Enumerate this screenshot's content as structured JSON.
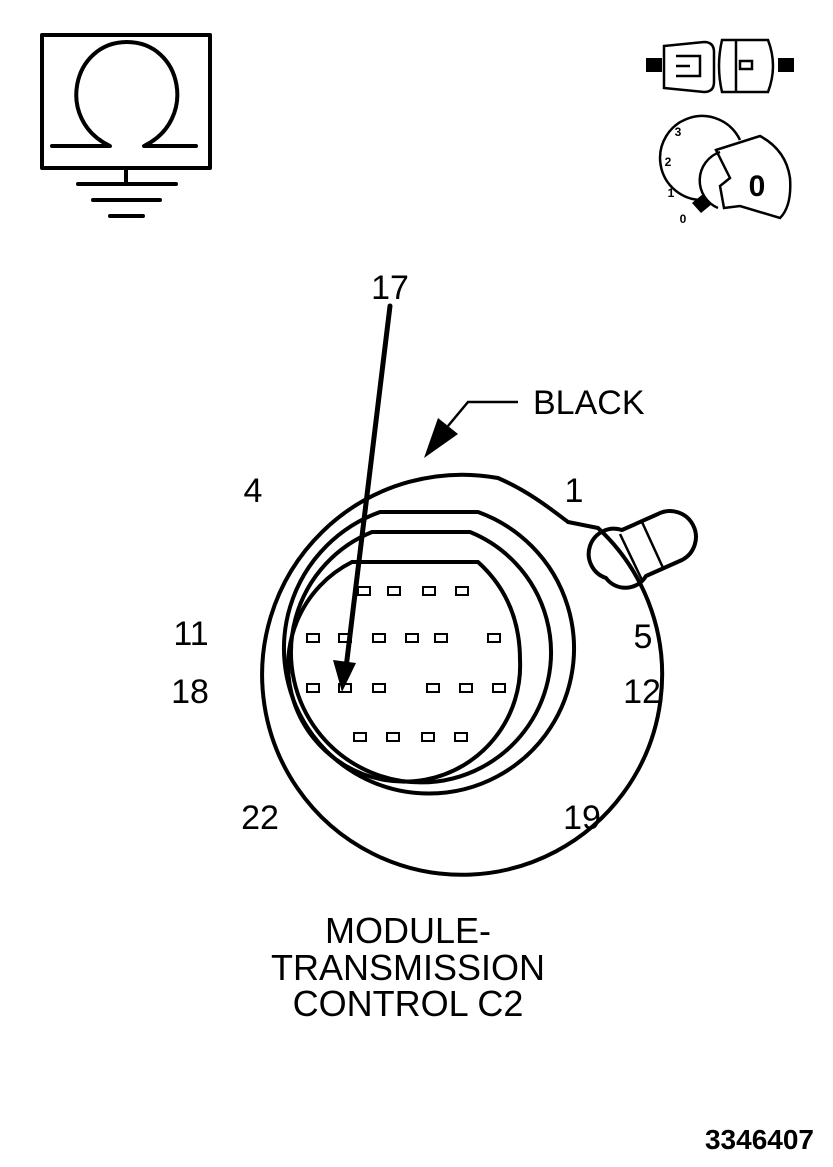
{
  "connector": {
    "color_label": "BLACK",
    "pin_numbers": {
      "p17": "17",
      "p4": "4",
      "p1": "1",
      "p11": "11",
      "p5": "5",
      "p18": "18",
      "p12": "12",
      "p22": "22",
      "p19": "19"
    }
  },
  "ignition": {
    "positions": [
      "3",
      "2",
      "1",
      "0"
    ],
    "key_position": "0"
  },
  "caption": {
    "line1": "MODULE-",
    "line2": "TRANSMISSION",
    "line3": "CONTROL C2"
  },
  "figure_id": "3346407",
  "icons": {
    "meter": "ohmmeter-ground-icon",
    "connector_state": "disconnected-connector-icon",
    "ignition": "ignition-key-off-icon"
  },
  "colors": {
    "line": "#000000",
    "background": "#ffffff"
  }
}
